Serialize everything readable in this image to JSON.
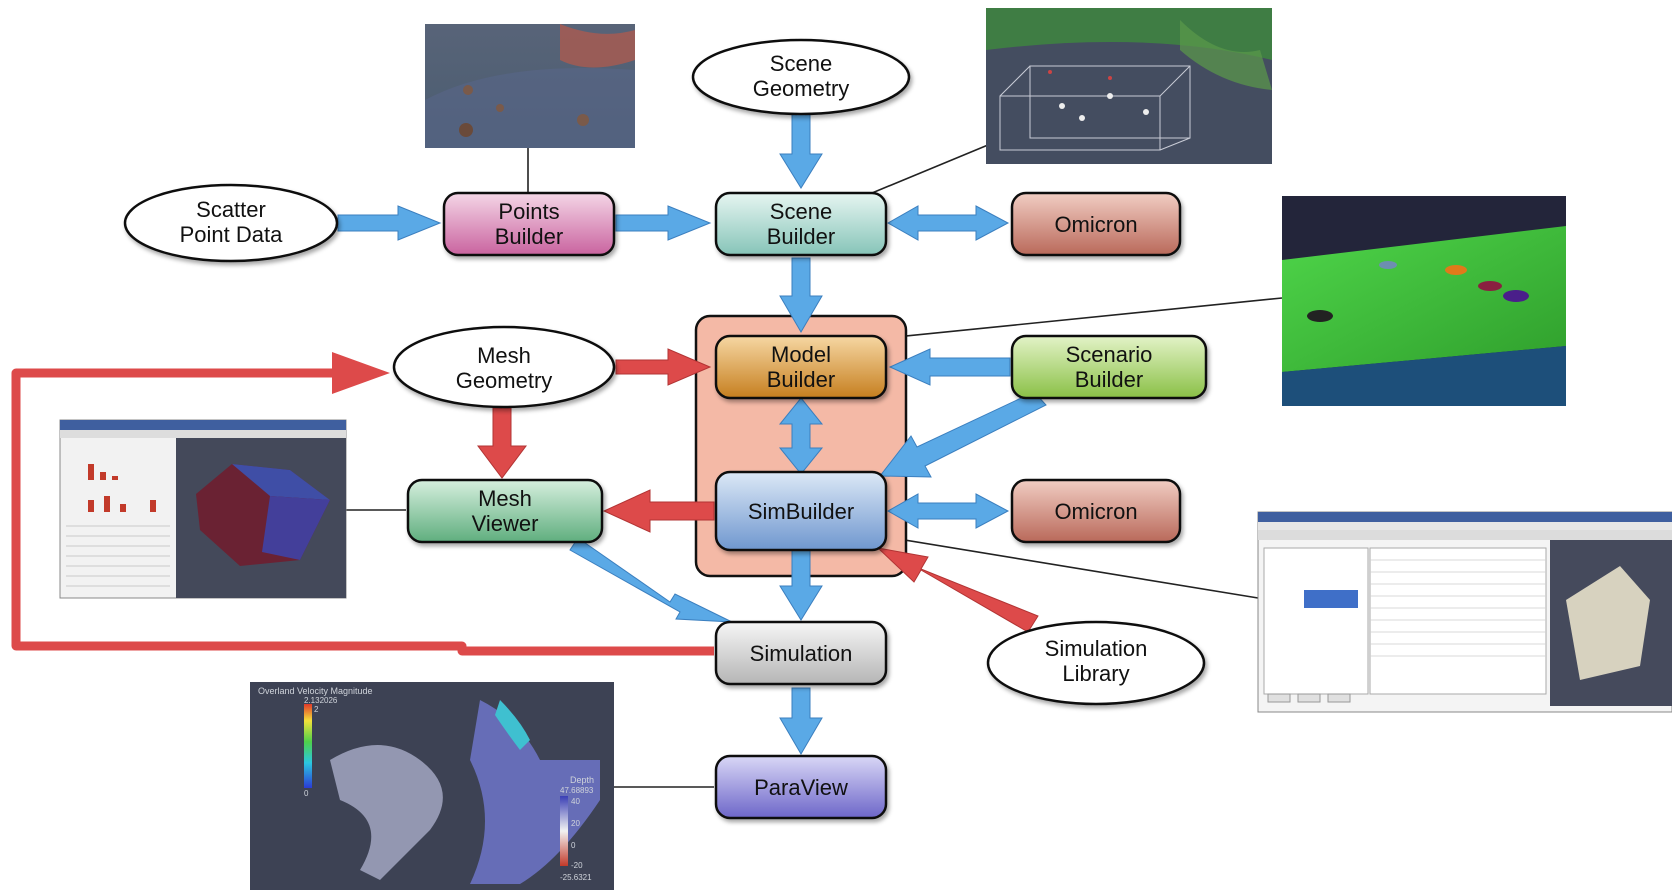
{
  "nodes": {
    "scene_geometry": [
      "Scene",
      "Geometry"
    ],
    "scatter_point_data": [
      "Scatter",
      "Point Data"
    ],
    "points_builder": [
      "Points",
      "Builder"
    ],
    "scene_builder": [
      "Scene",
      "Builder"
    ],
    "omicron_top": [
      "Omicron"
    ],
    "model_builder": [
      "Model",
      "Builder"
    ],
    "scenario_builder": [
      "Scenario",
      "Builder"
    ],
    "mesh_geometry": [
      "Mesh",
      "Geometry"
    ],
    "mesh_viewer": [
      "Mesh",
      "Viewer"
    ],
    "simbuilder": [
      "SimBuilder"
    ],
    "omicron_bottom": [
      "Omicron"
    ],
    "simulation": [
      "Simulation"
    ],
    "simulation_library": [
      "Simulation",
      "Library"
    ],
    "paraview": [
      "ParaView"
    ]
  },
  "screenshots": {
    "paraview_view": {
      "title": "Overland Velocity Magnitude",
      "colorbar_top": "2.132026",
      "colorbar_mid": "2",
      "colorbar_bottom": "0",
      "depth_label": "Depth",
      "depth_max": "47.68893",
      "depth_ticks": [
        "40",
        "20",
        "0",
        "-20"
      ],
      "depth_min": "-25.6321"
    }
  },
  "colors": {
    "blue_arrow": "#5aa9e6",
    "red_arrow": "#dd4a4a",
    "model_region": "#f4b9a6",
    "pink_node": "#d58bb7",
    "teal_node": "#a8d8cf",
    "salmon_node": "#c57c6c",
    "orange_node": "#d99a3c",
    "green_node": "#a9d56a",
    "mint_node": "#7cc39a",
    "blue_node": "#8fb1dc",
    "gray_node": "#cfcfcf",
    "purple_node": "#8b86d6"
  }
}
